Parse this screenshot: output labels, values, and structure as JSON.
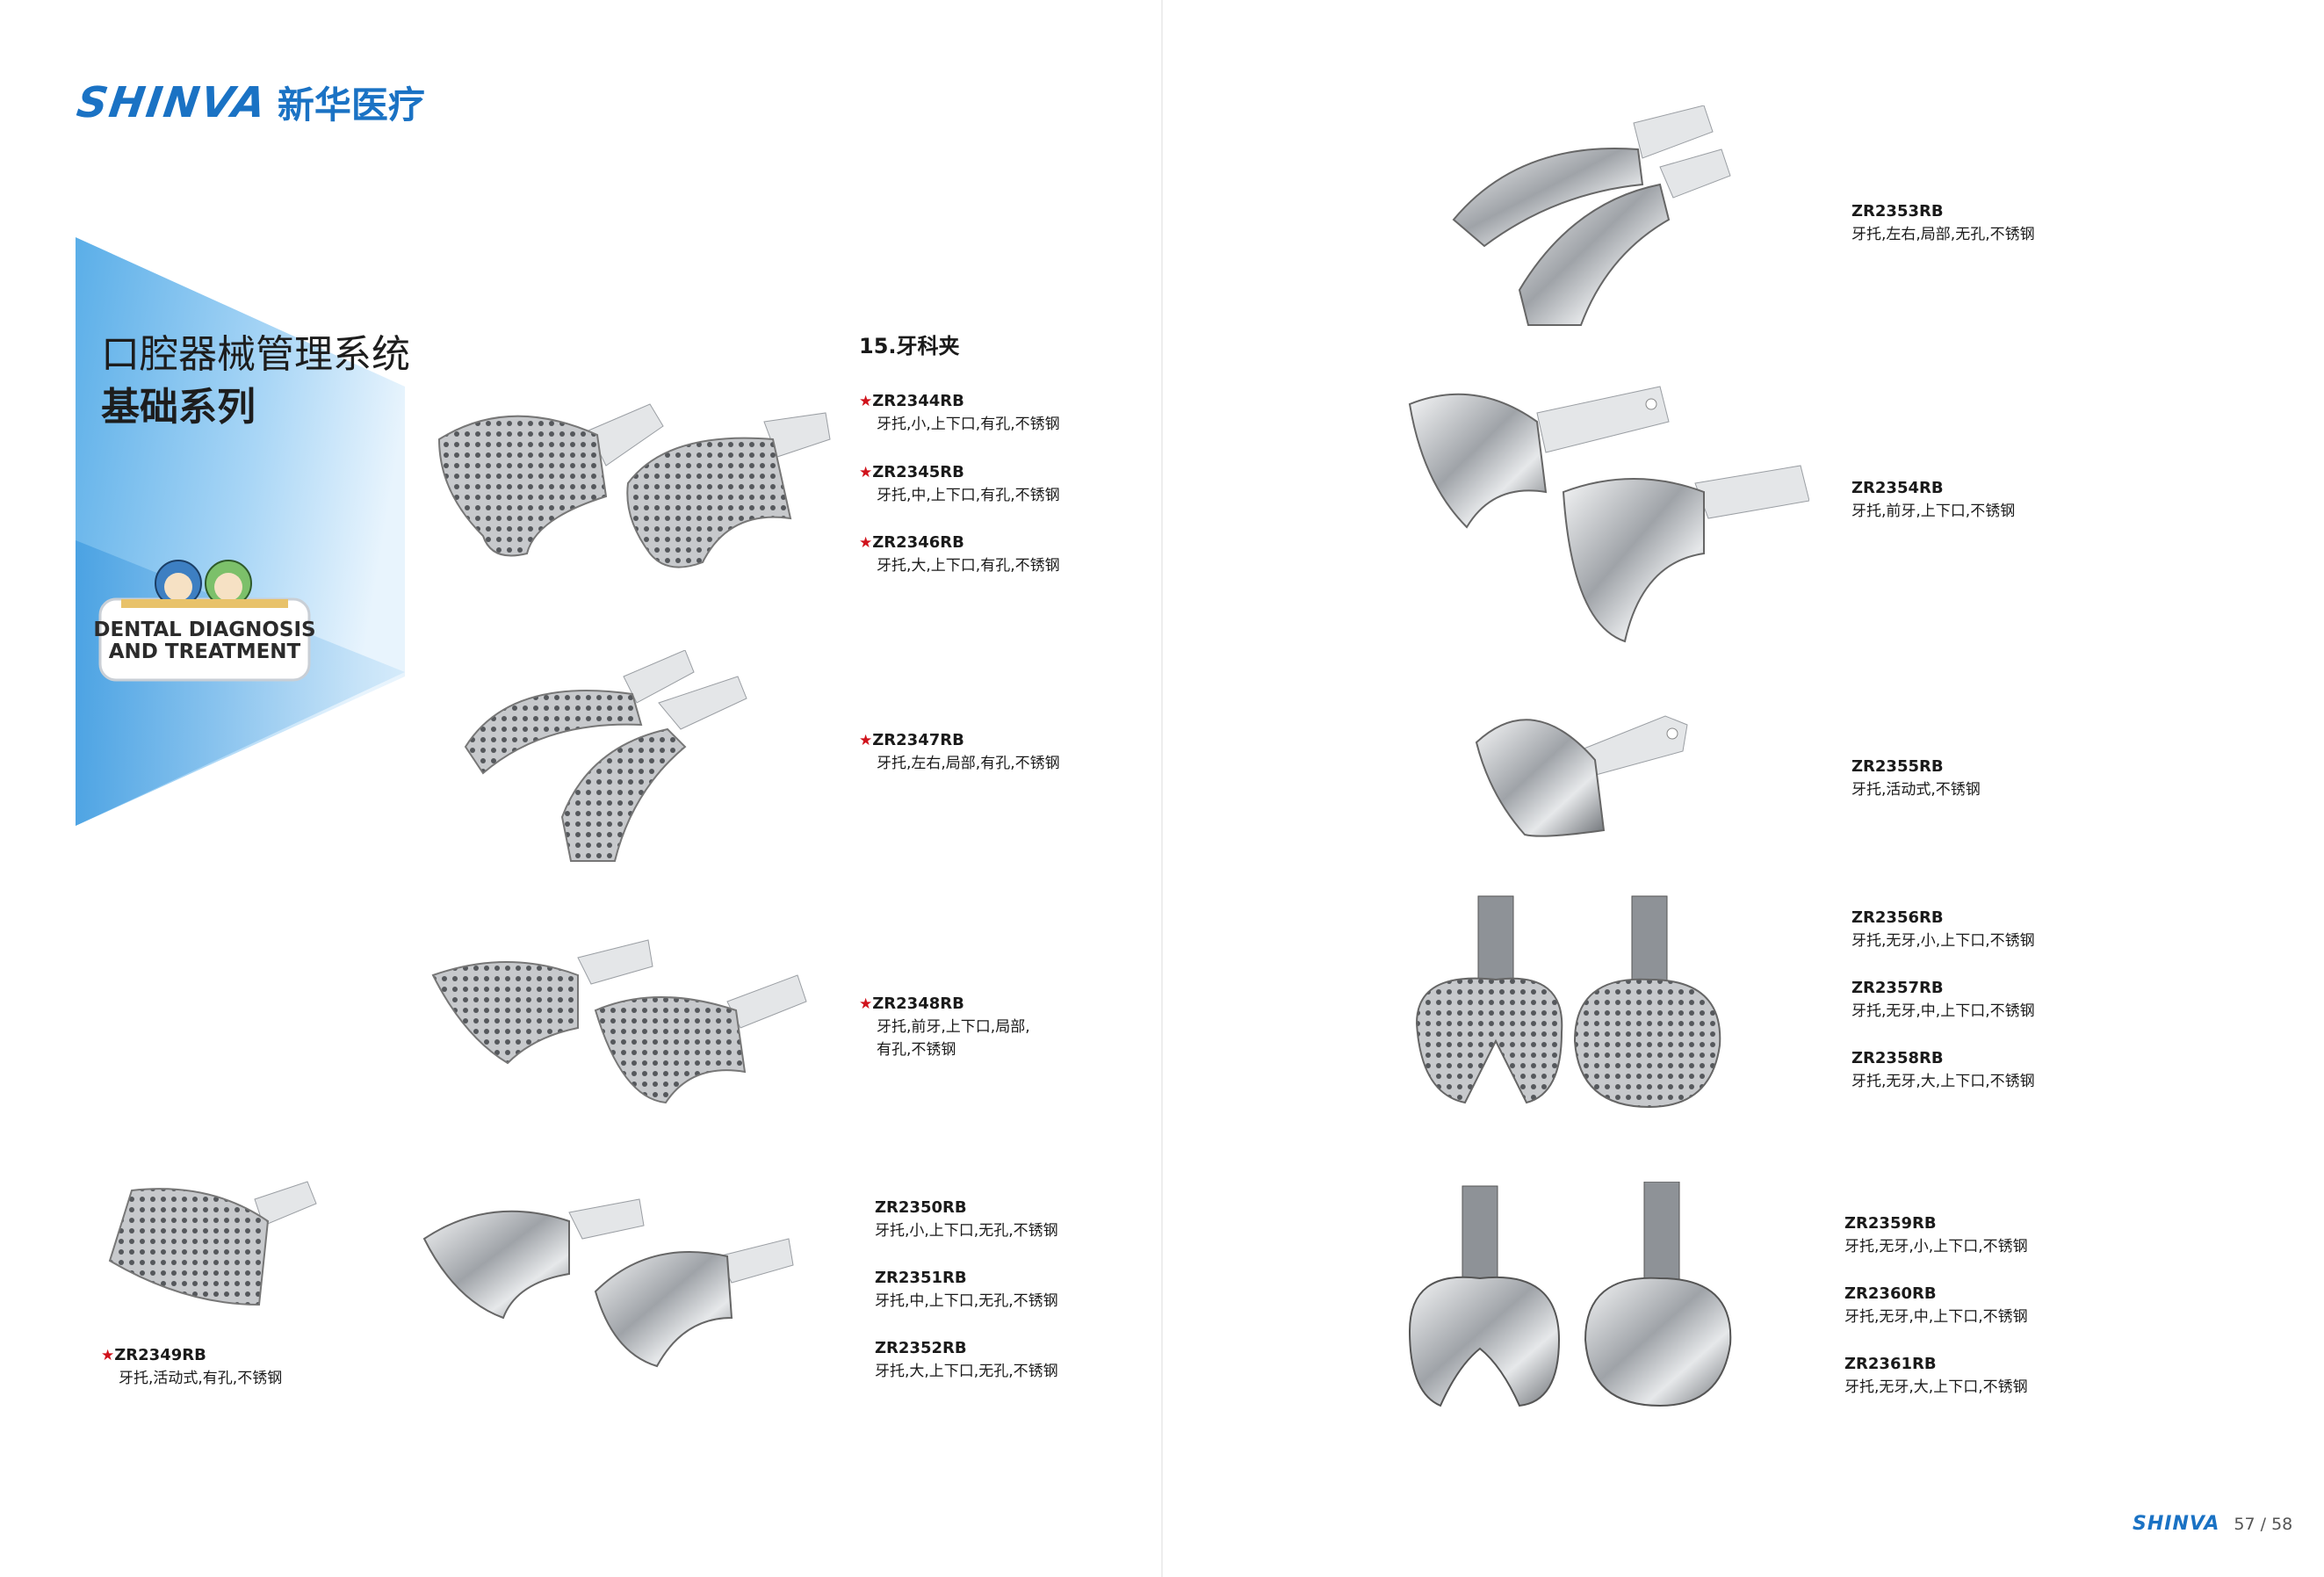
{
  "brand": {
    "latin": "SHINVA",
    "chinese": "新华医疗",
    "color": "#1a72c4"
  },
  "banner": {
    "line1": "口腔器械管理系统",
    "line2": "基础系列"
  },
  "badge": {
    "line1": "DENTAL DIAGNOSIS",
    "line2": "AND TREATMENT"
  },
  "section_title": "15.牙科夹",
  "items": [
    {
      "code": "ZR2344RB",
      "desc": "牙托,小,上下口,有孔,不锈钢",
      "star": "★"
    },
    {
      "code": "ZR2345RB",
      "desc": "牙托,中,上下口,有孔,不锈钢",
      "star": "★"
    },
    {
      "code": "ZR2346RB",
      "desc": "牙托,大,上下口,有孔,不锈钢",
      "star": "★"
    },
    {
      "code": "ZR2347RB",
      "desc": "牙托,左右,局部,有孔,不锈钢",
      "star": "★"
    },
    {
      "code": "ZR2348RB",
      "desc": "牙托,前牙,上下口,局部,",
      "desc2": "有孔,不锈钢",
      "star": "★"
    },
    {
      "code": "ZR2349RB",
      "desc": "牙托,活动式,有孔,不锈钢",
      "star": "★"
    },
    {
      "code": "ZR2350RB",
      "desc": "牙托,小,上下口,无孔,不锈钢"
    },
    {
      "code": "ZR2351RB",
      "desc": "牙托,中,上下口,无孔,不锈钢"
    },
    {
      "code": "ZR2352RB",
      "desc": "牙托,大,上下口,无孔,不锈钢"
    },
    {
      "code": "ZR2353RB",
      "desc": "牙托,左右,局部,无孔,不锈钢"
    },
    {
      "code": "ZR2354RB",
      "desc": "牙托,前牙,上下口,不锈钢"
    },
    {
      "code": "ZR2355RB",
      "desc": "牙托,活动式,不锈钢"
    },
    {
      "code": "ZR2356RB",
      "desc": "牙托,无牙,小,上下口,不锈钢"
    },
    {
      "code": "ZR2357RB",
      "desc": "牙托,无牙,中,上下口,不锈钢"
    },
    {
      "code": "ZR2358RB",
      "desc": "牙托,无牙,大,上下口,不锈钢"
    },
    {
      "code": "ZR2359RB",
      "desc": "牙托,无牙,小,上下口,不锈钢"
    },
    {
      "code": "ZR2360RB",
      "desc": "牙托,无牙,中,上下口,不锈钢"
    },
    {
      "code": "ZR2361RB",
      "desc": "牙托,无牙,大,上下口,不锈钢"
    }
  ],
  "footer": {
    "logo": "SHINVA",
    "page": "57 / 58"
  }
}
